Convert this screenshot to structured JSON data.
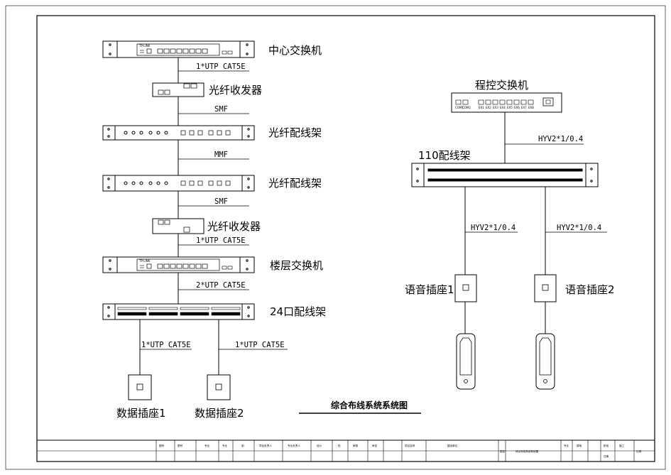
{
  "title": "综合布线系统系统图",
  "left": {
    "central_switch": "中心交换机",
    "brand_top": "TP-LINK",
    "cable_1": "1*UTP CAT5E",
    "transceiver_1": "光纤收发器",
    "cable_2": "SMF",
    "odf_1": "光纤配线架",
    "cable_3": "MMF",
    "odf_2": "光纤配线架",
    "cable_4": "SMF",
    "transceiver_2": "光纤收发器",
    "cable_5": "1*UTP CAT5E",
    "floor_switch": "楼层交换机",
    "brand_floor": "TP-LINK",
    "cable_6": "2*UTP CAT5E",
    "patch_panel": "24口配线架",
    "cable_7": "1*UTP CAT5E",
    "cable_8": "1*UTP CAT5E",
    "data_socket_1": "数据插座1",
    "data_socket_2": "数据插座2"
  },
  "right": {
    "pbx": "程控交换机",
    "pbx_ports": [
      "COM1",
      "COM2",
      "EX1",
      "EX2",
      "EX3",
      "EX4",
      "EX5",
      "EX6",
      "EX7",
      "EX8"
    ],
    "cable_main": "HYV2*1/0.4",
    "frame_110": "110配线架",
    "cable_left": "HYV2*1/0.4",
    "cable_right": "HYV2*1/0.4",
    "voice_socket_1": "语音插座1",
    "voice_socket_2": "语音插座2"
  },
  "title_block": {
    "row1": [
      "图号",
      "图号",
      "专业",
      "专业",
      "制",
      "审",
      "项目负责人",
      "专业负责人",
      "设计",
      "校",
      "审核",
      "审定",
      "项目名称",
      "建设单位",
      "",
      "图名",
      "综合布线系统系统图",
      "专业",
      "弱电",
      "阶段",
      "施工",
      "",
      "",
      "比例",
      "日期"
    ],
    "row2": [
      "",
      "",
      "",
      "",
      "",
      "",
      "",
      "",
      "",
      "",
      "",
      "",
      "",
      "",
      "",
      "",
      "",
      "",
      "",
      "",
      "",
      "",
      "",
      ""
    ]
  }
}
